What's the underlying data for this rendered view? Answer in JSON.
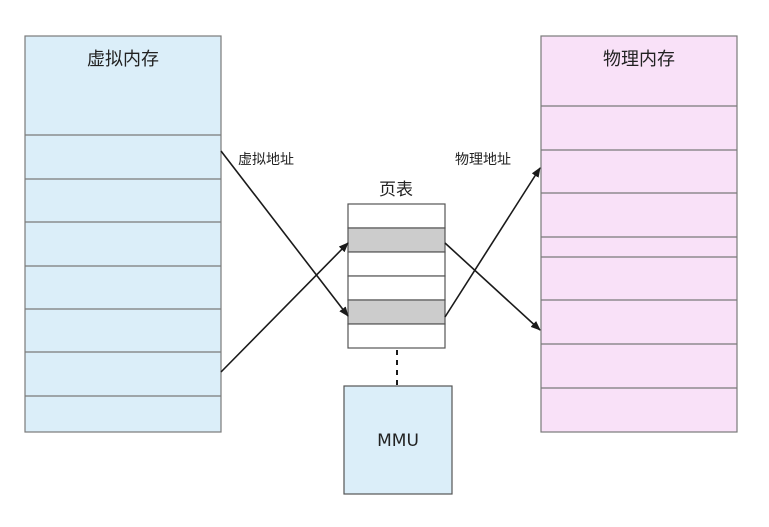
{
  "virtual_memory": {
    "title": "虚拟内存",
    "fill": "#dbeef9",
    "stroke": "#7a7a7a"
  },
  "physical_memory": {
    "title": "物理内存",
    "fill": "#f9e1f8",
    "stroke": "#7a7a7a"
  },
  "page_table": {
    "title": "页表",
    "row_count": 6,
    "highlighted_rows": [
      1,
      4
    ],
    "highlight_fill": "#cccccc",
    "fill": "#ffffff",
    "stroke": "#555555"
  },
  "mmu": {
    "label": "MMU",
    "fill": "#dbeef9",
    "stroke": "#555555"
  },
  "labels": {
    "virtual_address": "虚拟地址",
    "physical_address": "物理地址"
  },
  "colors": {
    "line": "#1a1a1a"
  }
}
